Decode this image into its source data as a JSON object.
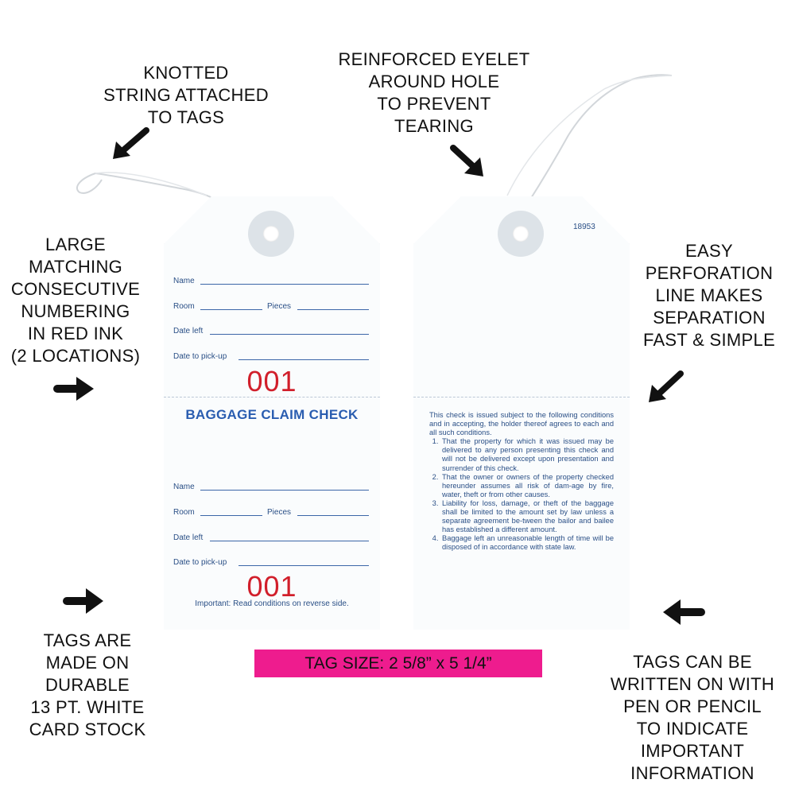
{
  "callouts": {
    "knotted": [
      "KNOTTED",
      "STRING ATTACHED",
      "TO TAGS"
    ],
    "eyelet": [
      "REINFORCED EYELET",
      "AROUND HOLE",
      "TO PREVENT",
      "TEARING"
    ],
    "numbering": [
      "LARGE",
      "MATCHING",
      "CONSECUTIVE",
      "NUMBERING",
      "IN RED INK",
      "(2 LOCATIONS)"
    ],
    "perforation": [
      "EASY",
      "PERFORATION",
      "LINE MAKES",
      "SEPARATION",
      "FAST & SIMPLE"
    ],
    "cardstock": [
      "TAGS ARE",
      "MADE ON",
      "DURABLE",
      "13 PT. WHITE",
      "CARD STOCK"
    ],
    "writable": [
      "TAGS CAN BE",
      "WRITTEN ON WITH",
      "PEN OR PENCIL",
      "TO INDICATE",
      "IMPORTANT",
      "INFORMATION"
    ]
  },
  "front_tag": {
    "stub_fields": {
      "name": "Name",
      "room": "Room",
      "pieces": "Pieces",
      "date_left": "Date left",
      "date_pickup": "Date to pick-up"
    },
    "serial_top": "001",
    "title": "BAGGAGE CLAIM CHECK",
    "claim_fields": {
      "name": "Name",
      "room": "Room",
      "pieces": "Pieces",
      "date_left": "Date left",
      "date_pickup": "Date to pick-up"
    },
    "serial_bottom": "001",
    "important": "Important:  Read conditions on reverse side."
  },
  "back_tag": {
    "form_number": "18953",
    "conditions_intro": "This check is issued subject to the following conditions and in accepting, the holder thereof agrees to each and all such conditions.",
    "conditions": [
      "That the property for which it was issued may be delivered to any person presenting this check and will not be delivered except upon presentation and surrender of this check.",
      "That the owner or owners of the property checked hereunder assumes all risk of dam-age by fire, water, theft or from other causes.",
      "Liability for loss, damage, or theft of the baggage shall be limited to the amount set by law unless a separate agreement be-tween the bailor and bailee has established a different amount.",
      "Baggage left an unreasonable length of time will be disposed of in accordance with state law."
    ]
  },
  "size_bar": "TAG SIZE: 2 5/8”  x  5 1/4”",
  "colors": {
    "serial_red": "#d11f2b",
    "print_blue": "#2a5db0",
    "size_bar_magenta": "#ee1c8e"
  },
  "icons": [
    "arrow-down-left-icon",
    "arrow-down-right-icon",
    "arrow-right-icon",
    "arrow-left-icon"
  ]
}
